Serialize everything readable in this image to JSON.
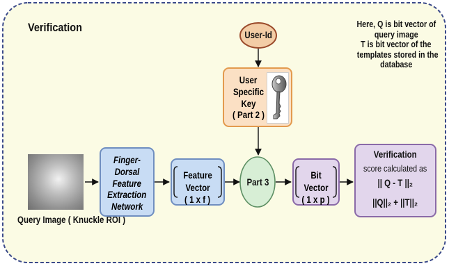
{
  "title": "Verification",
  "note": {
    "lines": [
      "Here, Q is bit vector of",
      "query image",
      "T is bit vector of the",
      "templates stored in the",
      "database"
    ]
  },
  "user_id": {
    "label": "User-Id"
  },
  "key_box": {
    "lines": [
      "User",
      "Specific Key",
      "( Part 2 )"
    ],
    "icon": "key-icon"
  },
  "query_image": {
    "caption": "Query Image ( Knuckle ROI )"
  },
  "network": {
    "lines": [
      "Finger-Dorsal",
      "Feature",
      "Extraction",
      "Network"
    ]
  },
  "feature_vector": {
    "lines": [
      "Feature Vector",
      "( 1 x f )"
    ]
  },
  "part3": {
    "label": "Part 3"
  },
  "bit_vector": {
    "lines": [
      "Bit Vector",
      "( 1 x p )"
    ]
  },
  "score_box": {
    "heading": "Verification",
    "subtitle": "score calculated as",
    "numerator": "|| Q - T ||₂",
    "denominator": "||Q||₂ + ||T||₂"
  },
  "colors": {
    "background": "#fbfbe4",
    "border": "#3b4a8a",
    "network_fill": "#c8dcf4",
    "network_border": "#6f8ec0",
    "key_fill": "#fbe0c4",
    "key_border": "#e39a4e",
    "circle_fill": "#d7eed5",
    "circle_border": "#5d8f63",
    "bit_fill": "#e2d6ec",
    "bit_border": "#8a6aa8",
    "user_fill": "#f3cda6",
    "user_border": "#9a4a2a"
  }
}
